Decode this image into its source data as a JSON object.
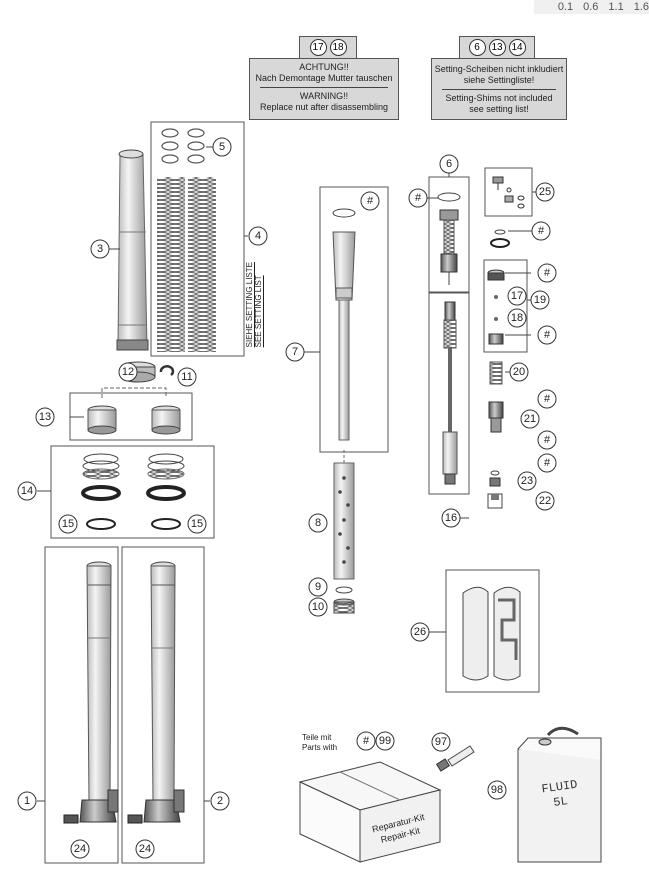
{
  "scale_values": [
    "0.1",
    "0.6",
    "1.1",
    "1.6"
  ],
  "note_warning": {
    "refs": [
      "17",
      "18"
    ],
    "line1": "ACHTUNG!!",
    "line2": "Nach Demontage Mutter tauschen",
    "line3": "WARNING!!",
    "line4": "Replace nut after disassembling"
  },
  "note_shims": {
    "refs": [
      "6",
      "13",
      "14"
    ],
    "line1": "Setting-Scheiben nicht inkludiert",
    "line2": "siehe Settingliste!",
    "line3": "Setting-Shims not included",
    "line4": "see setting list!"
  },
  "setting_list": {
    "line1": "SIEHE SETTING LISTE",
    "line2": "SEE SETTING LIST"
  },
  "parts_with": {
    "line1": "Teile mit",
    "line2": "Parts with",
    "ref1": "#",
    "ref2": "99"
  },
  "repair_kit": {
    "line1": "Reparatur-Kit",
    "line2": "Repair-Kit"
  },
  "fluid": {
    "line1": "FLUID",
    "line2": "5L"
  },
  "callouts": {
    "c1": "1",
    "c2": "2",
    "c3": "3",
    "c4": "4",
    "c5": "5",
    "c6": "6",
    "c7": "7",
    "c8": "8",
    "c9": "9",
    "c10": "10",
    "c11": "11",
    "c12": "12",
    "c13": "13",
    "c14": "14",
    "c15a": "15",
    "c15b": "15",
    "c16": "16",
    "c17": "17",
    "c18": "18",
    "c19": "19",
    "c20": "20",
    "c21": "21",
    "c22": "22",
    "c23": "23",
    "c24a": "24",
    "c24b": "24",
    "c25": "25",
    "c26": "26",
    "c97": "97",
    "c98": "98",
    "h7": "#",
    "h6": "#",
    "hseal": "#",
    "h19a": "#",
    "h19b": "#",
    "h21a": "#",
    "h21b": "#",
    "h23": "#"
  }
}
